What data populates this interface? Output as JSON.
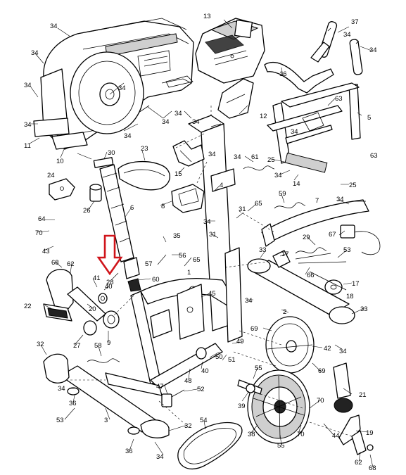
{
  "callouts": [
    {
      "id": "c01",
      "text": "34"
    },
    {
      "id": "c02",
      "text": "34"
    },
    {
      "id": "c03",
      "text": "34"
    },
    {
      "id": "c04",
      "text": "34"
    },
    {
      "id": "c05",
      "text": "11"
    },
    {
      "id": "c06",
      "text": "10"
    },
    {
      "id": "c07",
      "text": "34"
    },
    {
      "id": "c08",
      "text": "34"
    },
    {
      "id": "c09",
      "text": "34"
    },
    {
      "id": "c10",
      "text": "13"
    },
    {
      "id": "c11",
      "text": "37"
    },
    {
      "id": "c12",
      "text": "34"
    },
    {
      "id": "c13",
      "text": "34"
    },
    {
      "id": "c14",
      "text": "16"
    },
    {
      "id": "c15",
      "text": "63"
    },
    {
      "id": "c16",
      "text": "5"
    },
    {
      "id": "c17",
      "text": "12"
    },
    {
      "id": "c18",
      "text": "34"
    },
    {
      "id": "c19",
      "text": "34"
    },
    {
      "id": "c20",
      "text": "34"
    },
    {
      "id": "c21",
      "text": "34"
    },
    {
      "id": "c22",
      "text": "30"
    },
    {
      "id": "c23",
      "text": "23"
    },
    {
      "id": "c24",
      "text": "15"
    },
    {
      "id": "c25",
      "text": "34"
    },
    {
      "id": "c26",
      "text": "61"
    },
    {
      "id": "c27",
      "text": "25"
    },
    {
      "id": "c28",
      "text": "34"
    },
    {
      "id": "c29",
      "text": "63"
    },
    {
      "id": "c30",
      "text": "14"
    },
    {
      "id": "c31",
      "text": "25"
    },
    {
      "id": "c32",
      "text": "24"
    },
    {
      "id": "c33",
      "text": "4"
    },
    {
      "id": "c34",
      "text": "59"
    },
    {
      "id": "c35",
      "text": "34"
    },
    {
      "id": "c36",
      "text": "7"
    },
    {
      "id": "c37",
      "text": "26"
    },
    {
      "id": "c38",
      "text": "6"
    },
    {
      "id": "c39",
      "text": "8"
    },
    {
      "id": "c40",
      "text": "65"
    },
    {
      "id": "c41",
      "text": "64"
    },
    {
      "id": "c42",
      "text": "31"
    },
    {
      "id": "c43",
      "text": "70"
    },
    {
      "id": "c44",
      "text": "34"
    },
    {
      "id": "c45",
      "text": "29"
    },
    {
      "id": "c46",
      "text": "67"
    },
    {
      "id": "c47",
      "text": "43"
    },
    {
      "id": "c48",
      "text": "35"
    },
    {
      "id": "c49",
      "text": "31"
    },
    {
      "id": "c50",
      "text": "33"
    },
    {
      "id": "c51",
      "text": "17"
    },
    {
      "id": "c52",
      "text": "53"
    },
    {
      "id": "c53",
      "text": "57"
    },
    {
      "id": "c54",
      "text": "56"
    },
    {
      "id": "c55",
      "text": "65"
    },
    {
      "id": "c56",
      "text": "68"
    },
    {
      "id": "c57",
      "text": "62"
    },
    {
      "id": "c58",
      "text": "41"
    },
    {
      "id": "c59",
      "text": "28"
    },
    {
      "id": "c60",
      "text": "40"
    },
    {
      "id": "c61",
      "text": "60"
    },
    {
      "id": "c62",
      "text": "66"
    },
    {
      "id": "c63",
      "text": "17"
    },
    {
      "id": "c64",
      "text": "18"
    },
    {
      "id": "c65",
      "text": "22"
    },
    {
      "id": "c66",
      "text": "20"
    },
    {
      "id": "c67",
      "text": "45"
    },
    {
      "id": "c68",
      "text": "34"
    },
    {
      "id": "c69",
      "text": "2"
    },
    {
      "id": "c70",
      "text": "33"
    },
    {
      "id": "c71",
      "text": "9"
    },
    {
      "id": "c72",
      "text": "69"
    },
    {
      "id": "c73",
      "text": "1"
    },
    {
      "id": "c74",
      "text": "27"
    },
    {
      "id": "c75",
      "text": "49"
    },
    {
      "id": "c76",
      "text": "42"
    },
    {
      "id": "c77",
      "text": "34"
    },
    {
      "id": "c78",
      "text": "32"
    },
    {
      "id": "c79",
      "text": "58"
    },
    {
      "id": "c80",
      "text": "50"
    },
    {
      "id": "c81",
      "text": "51"
    },
    {
      "id": "c82",
      "text": "40"
    },
    {
      "id": "c83",
      "text": "69"
    },
    {
      "id": "c84",
      "text": "34"
    },
    {
      "id": "c85",
      "text": "55"
    },
    {
      "id": "c86",
      "text": "21"
    },
    {
      "id": "c87",
      "text": "48"
    },
    {
      "id": "c88",
      "text": "47"
    },
    {
      "id": "c89",
      "text": "52"
    },
    {
      "id": "c90",
      "text": "36"
    },
    {
      "id": "c91",
      "text": "39"
    },
    {
      "id": "c92",
      "text": "70"
    },
    {
      "id": "c93",
      "text": "53"
    },
    {
      "id": "c94",
      "text": "3"
    },
    {
      "id": "c95",
      "text": "54"
    },
    {
      "id": "c96",
      "text": "32"
    },
    {
      "id": "c97",
      "text": "44"
    },
    {
      "id": "c98",
      "text": "38"
    },
    {
      "id": "c99",
      "text": "70"
    },
    {
      "id": "c100",
      "text": "19"
    },
    {
      "id": "c101",
      "text": "36"
    },
    {
      "id": "c102",
      "text": "34"
    },
    {
      "id": "c103",
      "text": "55"
    },
    {
      "id": "c104",
      "text": "62"
    },
    {
      "id": "c105",
      "text": "68"
    }
  ],
  "highlight_arrow": {
    "color": "#d0141a",
    "points_to": "40"
  }
}
